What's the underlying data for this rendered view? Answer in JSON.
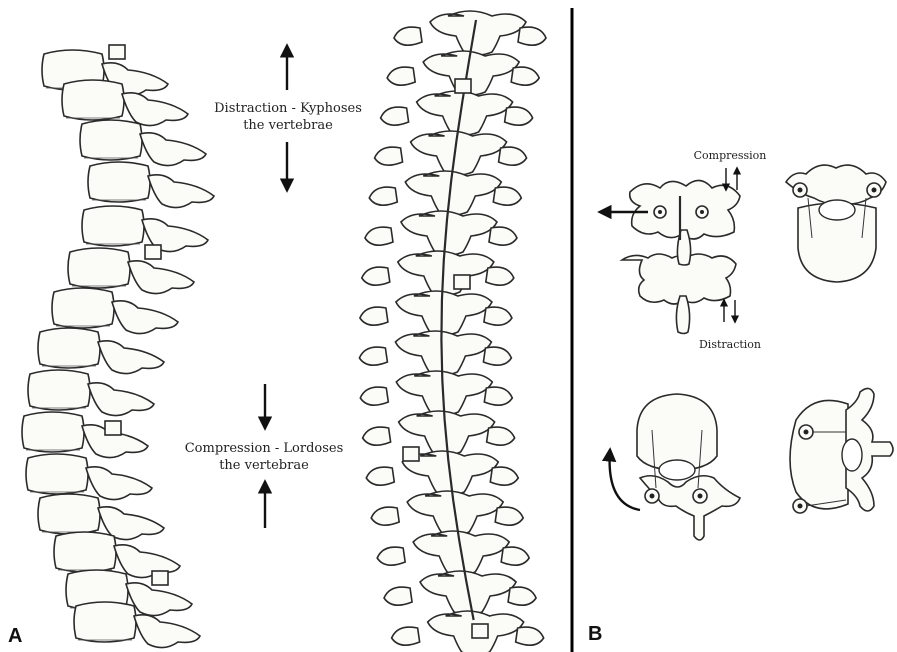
{
  "panel_a": {
    "letter": "A",
    "distraction_line1": "Distraction - Kyphoses",
    "distraction_line2": "the vertebrae",
    "compression_line1": "Compression - Lordoses",
    "compression_line2": "the vertebrae"
  },
  "panel_b": {
    "letter": "B",
    "compression_label": "Compression",
    "distraction_label": "Distraction"
  },
  "colors": {
    "ink": "#2a2a2a",
    "divider": "#000000",
    "background": "#ffffff"
  }
}
